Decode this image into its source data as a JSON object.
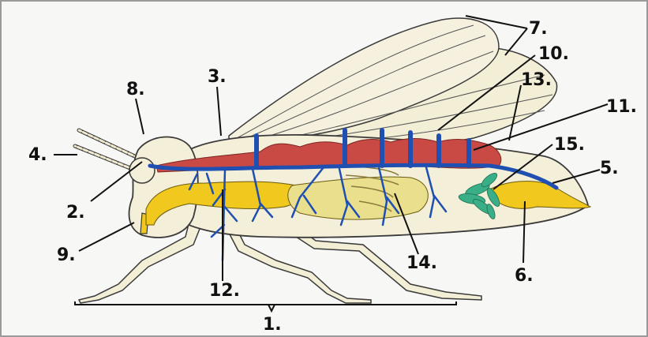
{
  "labels": {
    "l1": "1.",
    "l2": "2.",
    "l3": "3.",
    "l4": "4.",
    "l5": "5.",
    "l6": "6.",
    "l7": "7.",
    "l8": "8.",
    "l9": "9.",
    "l10": "10.",
    "l11": "11.",
    "l12": "12.",
    "l13": "13.",
    "l14": "14.",
    "l15": "15."
  },
  "colors": {
    "background": "#f7f7f5",
    "border": "#9a9a9a",
    "body_fill": "#f4efd8",
    "wing_fill": "#f3eed6",
    "outline": "#3a3a3a",
    "heart": "#c94a44",
    "digestive": "#f0c81e",
    "digestive_light": "#e9df8c",
    "nerve": "#1f4fb0",
    "malpighian": "#3aae86",
    "leader": "#111111"
  }
}
